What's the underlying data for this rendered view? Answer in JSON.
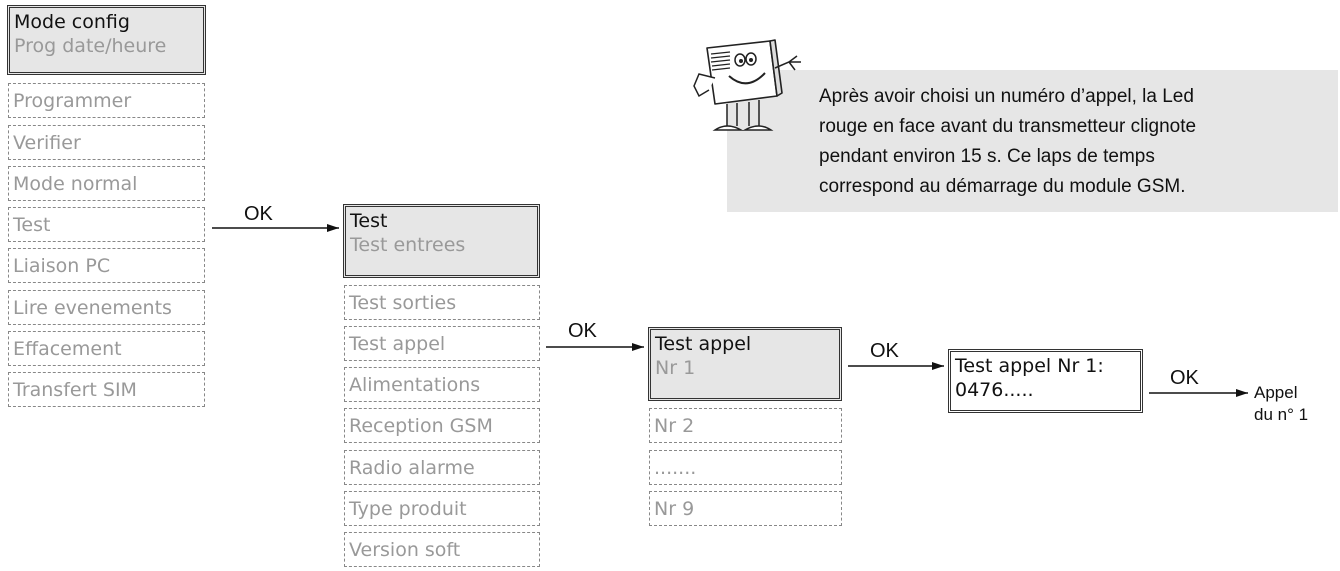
{
  "menu_main": {
    "header": [
      "Mode config",
      "Prog date/heure"
    ],
    "items": [
      "Programmer",
      "Verifier",
      "Mode normal",
      "Test",
      "Liaison PC",
      "Lire evenements",
      "Effacement",
      "Transfert SIM"
    ]
  },
  "menu_test": {
    "header": [
      "Test",
      "Test entrees"
    ],
    "items": [
      "Test sorties",
      "Test appel",
      "Alimentations",
      "Reception GSM",
      "Radio alarme",
      "Type produit",
      "Version soft"
    ]
  },
  "menu_appel": {
    "header": [
      "Test appel",
      "Nr 1"
    ],
    "items": [
      "Nr 2",
      ".......",
      "Nr 9"
    ]
  },
  "display_nr1": [
    "Test appel  Nr 1:",
    "0476....."
  ],
  "ok_label": "OK",
  "result": [
    "Appel",
    "du n° 1"
  ],
  "note": {
    "lines": [
      "Après avoir choisi un numéro d’appel, la Led",
      "rouge en face avant du transmetteur clignote",
      "pendant environ 15 s. Ce laps de temps",
      "correspond au démarrage du module GSM."
    ]
  },
  "colors": {
    "display_bg": "#e6e6e6",
    "note_bg": "#e6e6e6",
    "dim_text": "#999999"
  },
  "mascot": "cartoon-transmitter-mascot"
}
